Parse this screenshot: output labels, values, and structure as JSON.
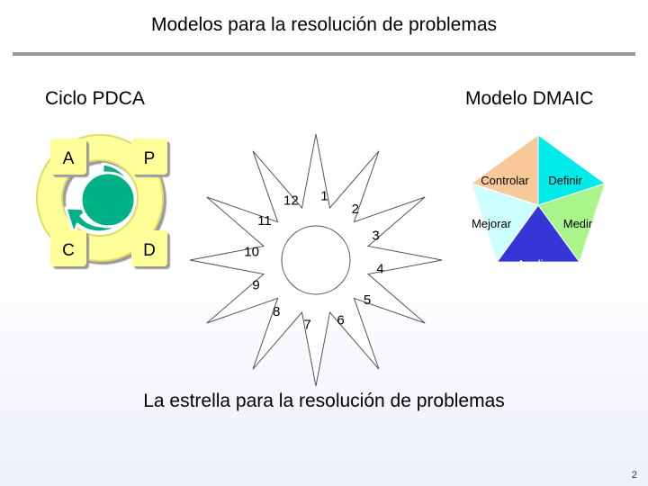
{
  "slide": {
    "title": "Modelos para la resolución de problemas",
    "caption": "La estrella para la resolución de problemas",
    "page_number": "2"
  },
  "pdca": {
    "heading": "Ciclo PDCA",
    "steps": [
      "A",
      "P",
      "C",
      "D"
    ],
    "colors": {
      "ring": "#ffff99",
      "arrow": "#00b087",
      "box": "#ffff99"
    }
  },
  "dmaic": {
    "heading": "Modelo DMAIC",
    "segments": [
      {
        "label": "Definir",
        "color": "#00eaea"
      },
      {
        "label": "Medir",
        "color": "#a9f58a"
      },
      {
        "label": "Analizar",
        "color": "#3636d8"
      },
      {
        "label": "Mejorar",
        "color": "#ccffff"
      },
      {
        "label": "Controlar",
        "color": "#f8c898"
      }
    ]
  },
  "star": {
    "points": [
      "1",
      "2",
      "3",
      "4",
      "5",
      "6",
      "7",
      "8",
      "9",
      "10",
      "11",
      "12"
    ]
  }
}
